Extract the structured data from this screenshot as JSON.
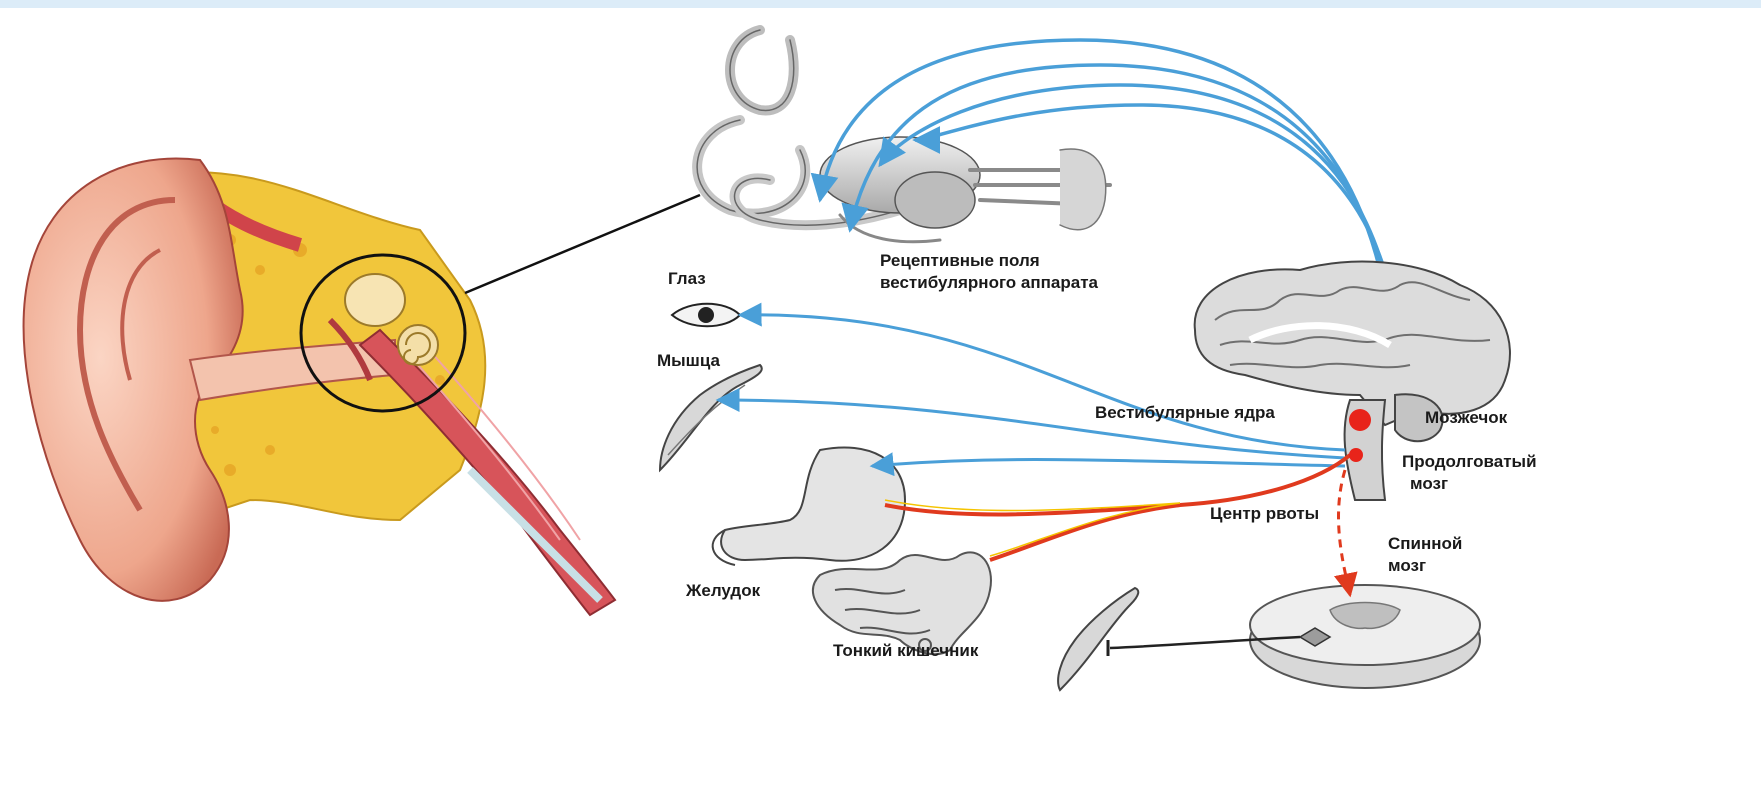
{
  "labels": {
    "receptive_fields": [
      "Рецептивные поля",
      "вестибулярного аппарата"
    ],
    "eye": "Глаз",
    "muscle": "Мышца",
    "vestibular_nuclei": "Вестибулярные ядра",
    "cerebellum": "Мозжечок",
    "medulla": [
      "Продолговатый",
      "мозг"
    ],
    "vomiting_center": "Центр рвоты",
    "spinal_cord": [
      "Спинной",
      "мозг"
    ],
    "stomach": "Желудок",
    "small_intestine": "Тонкий кишечник"
  },
  "colors": {
    "afferent_pathway": "#4a9fd8",
    "efferent_pathway": "#e03a1e",
    "efferent_highlight": "#f5c400",
    "center_node": "#e8241a",
    "outline": "#111111",
    "skin": "#f2b9a0",
    "bone": "#f1c63b",
    "canal": "#c8e0e6"
  },
  "icons": [
    "ear-illustration",
    "vestibular-apparatus-illustration",
    "eye-icon",
    "muscle-icon",
    "stomach-icon",
    "intestine-icon",
    "brain-icon",
    "spinal-cord-section-icon"
  ]
}
